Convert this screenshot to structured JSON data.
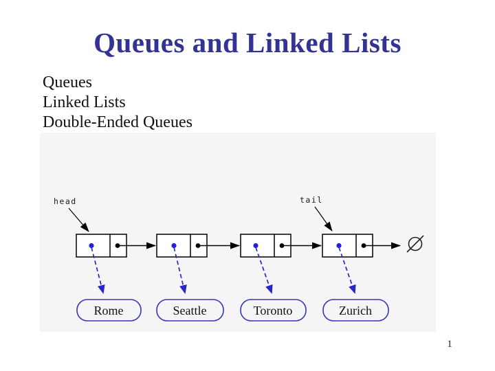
{
  "slide": {
    "title": "Queues and Linked Lists",
    "bullets": [
      "Queues",
      "Linked Lists",
      "Double-Ended Queues"
    ],
    "page_number": "1"
  },
  "diagram": {
    "description": "Singly linked list with head and tail pointers; four nodes whose element pointers reference city labels and whose next pointers chain to a null terminator",
    "head_label": "head",
    "tail_label": "tail",
    "cities": [
      "Rome",
      "Seattle",
      "Toronto",
      "Zurich"
    ],
    "null_terminator": "empty-set-symbol",
    "colors": {
      "title_text": "#333394",
      "body_text": "#0f0f0f",
      "diagram_background": "#f5f5f6",
      "node_stroke": "#000000",
      "pointer_blue": "#2626cc",
      "oval_stroke": "#3434bb",
      "element_dot_blue": "#2222dd"
    }
  }
}
